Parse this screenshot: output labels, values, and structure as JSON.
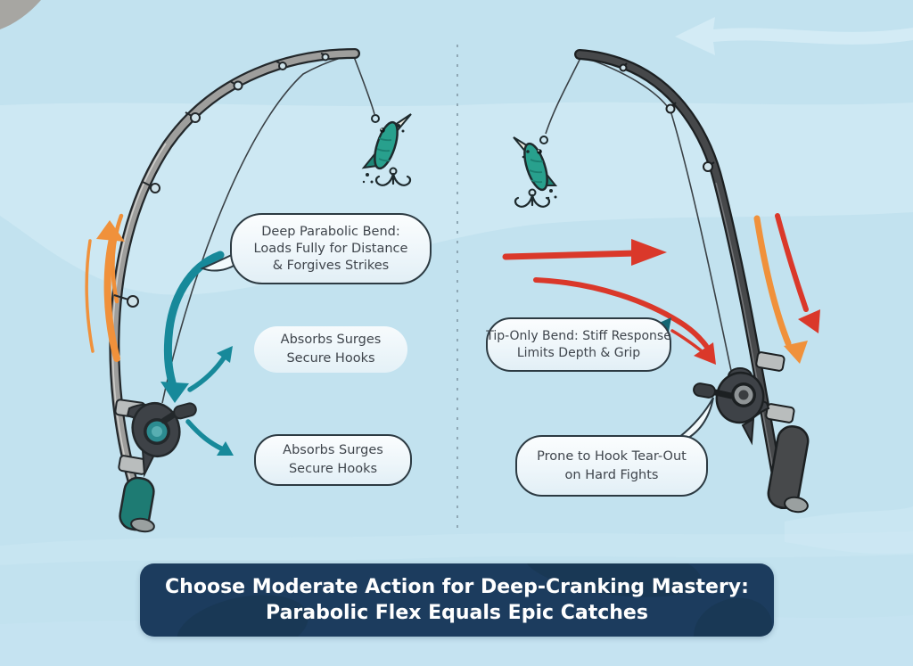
{
  "banner": {
    "line1": "Choose Moderate Action for Deep-Cranking Mastery:",
    "line2": "Parabolic Flex Equals Epic Catches"
  },
  "bubbles": {
    "deep_parabolic": {
      "line1": "Deep Parabolic Bend:",
      "line2": "Loads Fully for Distance",
      "line3": "& Forgives Strikes"
    },
    "absorbs_top": {
      "line1": "Absorbs Surges",
      "line2": "Secure Hooks"
    },
    "absorbs_bottom": {
      "line1": "Absorbs Surges",
      "line2": "Secure Hooks"
    },
    "tip_only": {
      "line1": "Tip-Only Bend: Stiff Response",
      "line2": "Limits Depth & Grip"
    },
    "tear_out": {
      "line1": "Prone to Hook Tear-Out",
      "line2": "on Hard Fights"
    }
  },
  "scene": {
    "left_side": "deeply bent parabolic-action fishing rod with spinning reel and teal lure",
    "right_side": "stiff fast-action fishing rod bending only at the tip, with reel and teal lure",
    "divider": "vertical dashed separator line",
    "top_right_watermark": "faint left-pointing arrow",
    "arrows": {
      "left_orange_up": "lift / load arrows along bent rod",
      "left_teal_down": "load path arrow from bubble to reel",
      "left_teal_small": "surge absorb arrows near reel",
      "right_red_straight": "stiff-force arrow pointing right",
      "right_red_curved": "force path arrow to reel",
      "right_orange_down": "tip-load arrow pointing down",
      "right_red_down": "strain arrow pointing down"
    }
  },
  "colors": {
    "background": "#c2e2ef",
    "background_wave": "#d2ebf5",
    "banner_bg": "#1c3c5e",
    "banner_text": "#ffffff",
    "bubble_fill": "#f3fafc",
    "bubble_border": "#2c3a42",
    "teal_arrow": "#17899a",
    "orange_arrow": "#f0913b",
    "red_arrow": "#da382a",
    "rod_left_gray": "#9e9e9c",
    "rod_right_dark": "#46484a",
    "grip_teal": "#1e7b73",
    "lure_teal": "#28a08d",
    "divider_gray": "#8fa8b5"
  }
}
